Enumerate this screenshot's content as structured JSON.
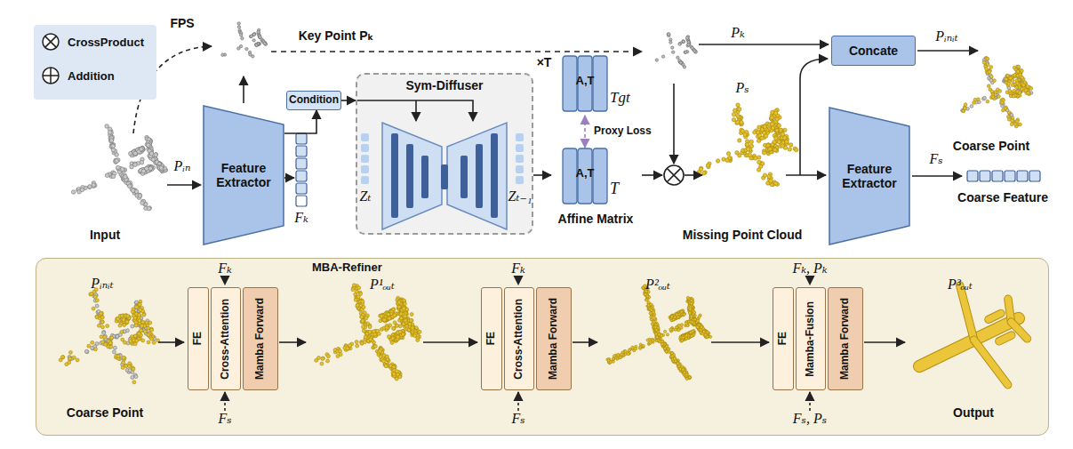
{
  "diagram": {
    "nodes": [
      {
        "text": [
          "Feature Extractor"
        ]
      },
      {
        "text": [
          "Condition"
        ]
      },
      {
        "text": [
          "Sym-Diffuser"
        ]
      },
      {
        "text": [
          "A,T",
          "Tgt"
        ]
      },
      {
        "text": [
          "A,T",
          "T",
          "Affine Matrix"
        ]
      },
      {
        "text": [
          "Concate"
        ]
      },
      {
        "text": [
          "Feature Extractor"
        ]
      },
      {
        "text": [
          "MBA-Refiner"
        ]
      },
      {
        "text": [
          "FE"
        ],
        "in": 7
      },
      {
        "text": [
          "Cross-Attention"
        ],
        "in": 7
      },
      {
        "text": [
          "Mamba Forward"
        ],
        "in": 7
      },
      {
        "text": [
          "FE"
        ],
        "in": 7
      },
      {
        "text": [
          "Cross-Attention"
        ],
        "in": 7
      },
      {
        "text": [
          "Mamba Forward"
        ],
        "in": 7
      },
      {
        "text": [
          "FE"
        ],
        "in": 7
      },
      {
        "text": [
          "Mamba-Fusion"
        ],
        "in": 7
      },
      {
        "text": [
          "Mamba Forward"
        ],
        "in": 7
      }
    ],
    "edges": [
      {
        "from": 0,
        "to": 1,
        "arrow": "to"
      },
      {
        "from": 1,
        "to": 2,
        "arrow": "to"
      },
      {
        "from": 2,
        "to": 4,
        "arrow": "to"
      },
      {
        "from": 3,
        "to": 4,
        "arrow": "both",
        "label": "Proxy Loss"
      }
    ],
    "labels": [
      "FPS",
      "Key Point Pₖ",
      "Pᵢₙ",
      "Input",
      "Fₖ",
      "×T",
      "Zₜ",
      "Zₜ₋₁",
      "Pₖ",
      "Pᵢₙᵢₜ",
      "Coarse Point",
      "Pₛ",
      "Missing Point Cloud",
      "Fₛ",
      "Coarse Feature",
      "Pᵢₙᵢₜ",
      "Coarse Point",
      "Fₖ",
      "Fₛ",
      "P¹ₒᵤₜ",
      "Fₖ",
      "Fₛ",
      "P²ₒᵤₜ",
      "Fₖ, Pₖ",
      "Fₛ, Pₛ",
      "P³ₒᵤₜ",
      "Output"
    ],
    "legend": [
      {
        "text": "CrossProduct"
      },
      {
        "text": "Addition"
      }
    ]
  }
}
